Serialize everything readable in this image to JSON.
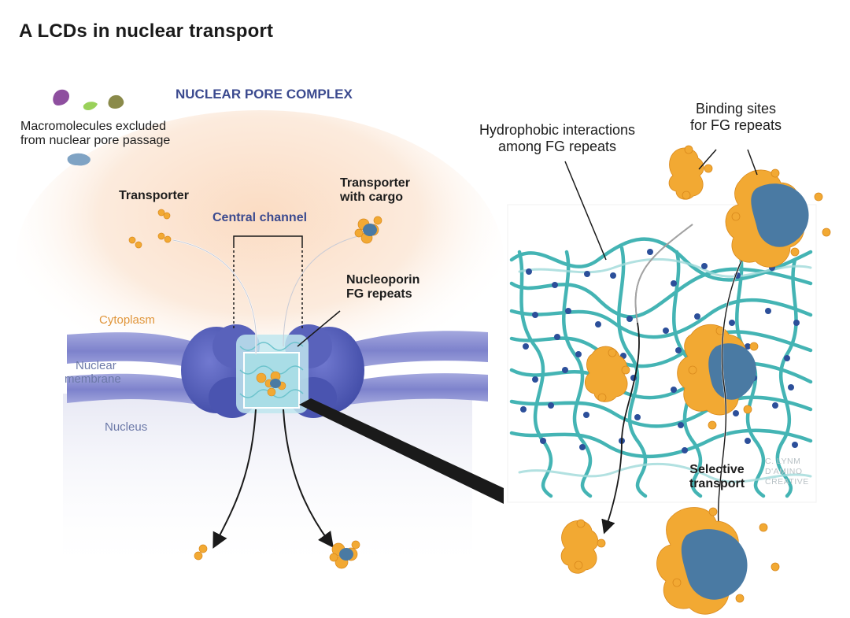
{
  "title": "A  LCDs in nuclear transport",
  "labels": {
    "npc": "NUCLEAR PORE COMPLEX",
    "macro_line1": "Macromolecules excluded",
    "macro_line2": "from nuclear pore passage",
    "transporter": "Transporter",
    "transporter_cargo_line1": "Transporter",
    "transporter_cargo_line2": "with cargo",
    "central_channel": "Central channel",
    "nucleoporin_line1": "Nucleoporin",
    "nucleoporin_line2": "FG repeats",
    "cytoplasm": "Cytoplasm",
    "membrane_line1": "Nuclear",
    "membrane_line2": "membrane",
    "nucleus": "Nucleus",
    "hydrophobic_line1": "Hydrophobic interactions",
    "hydrophobic_line2": "among FG repeats",
    "binding_line1": "Binding sites",
    "binding_line2": "for FG repeats",
    "selective_line1": "Selective",
    "selective_line2": "transport"
  },
  "credit": {
    "line1": "C. LYNM",
    "line2": "D'AMINO",
    "line3": "CREATIVE"
  },
  "colors": {
    "membrane": "#7f84cc",
    "pore": "#5660b8",
    "fg_strand": "#3ab1b1",
    "fg_node": "#2c4f9a",
    "transporter": "#f2a933",
    "cargo": "#4a7aa3",
    "cytoplasm": "#fbe3cf",
    "label_blue": "#3b4a8f",
    "label_orange": "#e0953a"
  }
}
